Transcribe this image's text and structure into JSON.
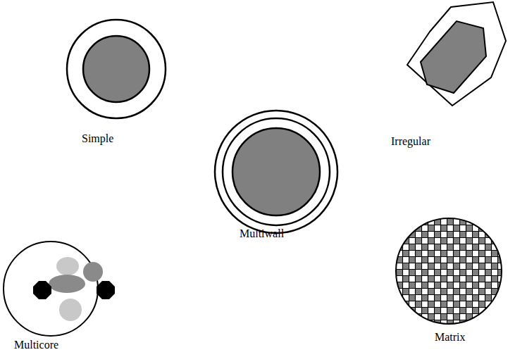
{
  "diagram": {
    "labels": [
      "Simple",
      "Irregular",
      "Multiwall",
      "Multicore",
      "Matrix"
    ]
  }
}
